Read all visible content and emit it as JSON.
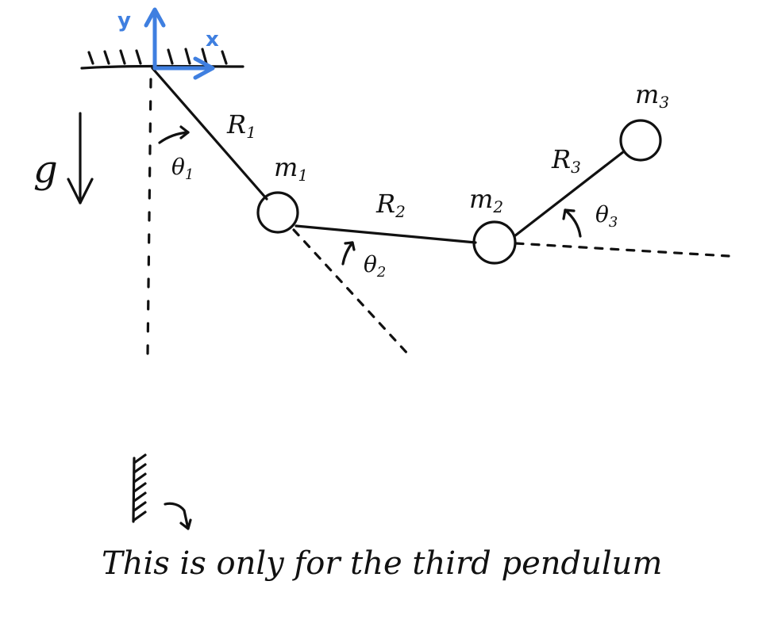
{
  "colors": {
    "ink": "#111111",
    "axis": "#3f7fe0",
    "background": "#ffffff"
  },
  "axes": {
    "x_label": "x",
    "y_label": "y"
  },
  "gravity": {
    "label": "g"
  },
  "links": {
    "r1": "R",
    "r1_sub": "1",
    "r2": "R",
    "r2_sub": "2",
    "r3": "R",
    "r3_sub": "3"
  },
  "masses": {
    "m1": "m",
    "m1_sub": "1",
    "m2": "m",
    "m2_sub": "2",
    "m3": "m",
    "m3_sub": "3"
  },
  "angles": {
    "t1": "θ",
    "t1_sub": "1",
    "t2": "θ",
    "t2_sub": "2",
    "t3": "θ",
    "t3_sub": "3"
  },
  "note": {
    "text": "This is only for the third pendulum"
  }
}
